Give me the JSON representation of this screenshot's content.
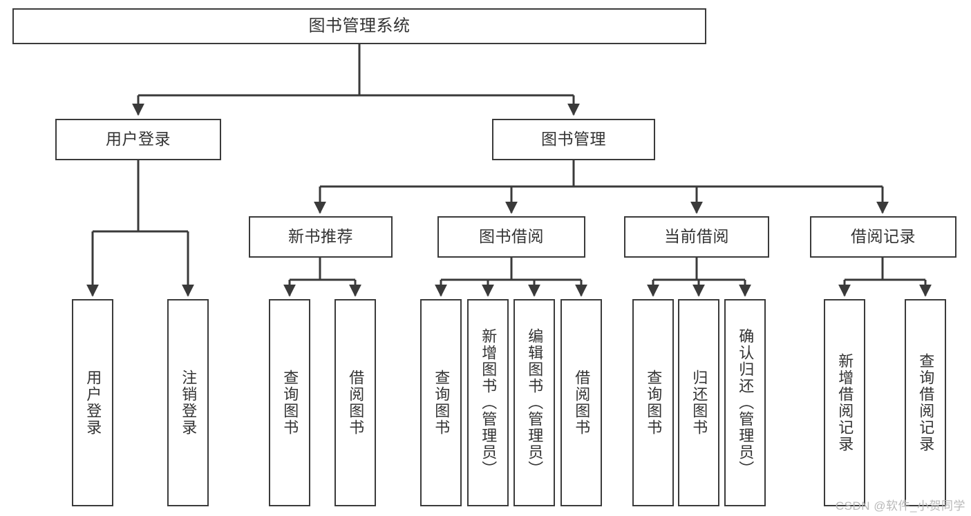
{
  "diagram": {
    "title": "图书管理系统",
    "type": "tree-hierarchy-diagram",
    "background_color": "#ffffff",
    "stroke_color": "#3a3a3a",
    "text_color": "#333333"
  },
  "root": {
    "label": "图书管理系统"
  },
  "level2": [
    {
      "id": "user-login",
      "label": "用户登录"
    },
    {
      "id": "book-management",
      "label": "图书管理"
    }
  ],
  "level3": [
    {
      "id": "new-book-recommend",
      "label": "新书推荐"
    },
    {
      "id": "book-borrow",
      "label": "图书借阅"
    },
    {
      "id": "current-borrow",
      "label": "当前借阅"
    },
    {
      "id": "borrow-record",
      "label": "借阅记录"
    }
  ],
  "leaves": {
    "user_login": [
      {
        "id": "leaf-user-login",
        "label": "用户登录"
      },
      {
        "id": "leaf-logout-login",
        "label": "注销登录"
      }
    ],
    "new_book_recommend": [
      {
        "id": "leaf-query-book-1",
        "label": "查询图书"
      },
      {
        "id": "leaf-borrow-book-1",
        "label": "借阅图书"
      }
    ],
    "book_borrow": [
      {
        "id": "leaf-query-book-2",
        "label": "查询图书"
      },
      {
        "id": "leaf-add-book",
        "label": "新增图书（管理员）"
      },
      {
        "id": "leaf-edit-book",
        "label": "编辑图书（管理员）"
      },
      {
        "id": "leaf-borrow-book-2",
        "label": "借阅图书"
      }
    ],
    "current_borrow": [
      {
        "id": "leaf-query-book-3",
        "label": "查询图书"
      },
      {
        "id": "leaf-return-book",
        "label": "归还图书"
      },
      {
        "id": "leaf-confirm-return",
        "label": "确认归还（管理员）"
      }
    ],
    "borrow_record": [
      {
        "id": "leaf-add-record",
        "label": "新增借阅记录"
      },
      {
        "id": "leaf-query-record",
        "label": "查询借阅记录"
      }
    ]
  },
  "watermark": {
    "text": "CSDN @软件_小贺同学"
  }
}
